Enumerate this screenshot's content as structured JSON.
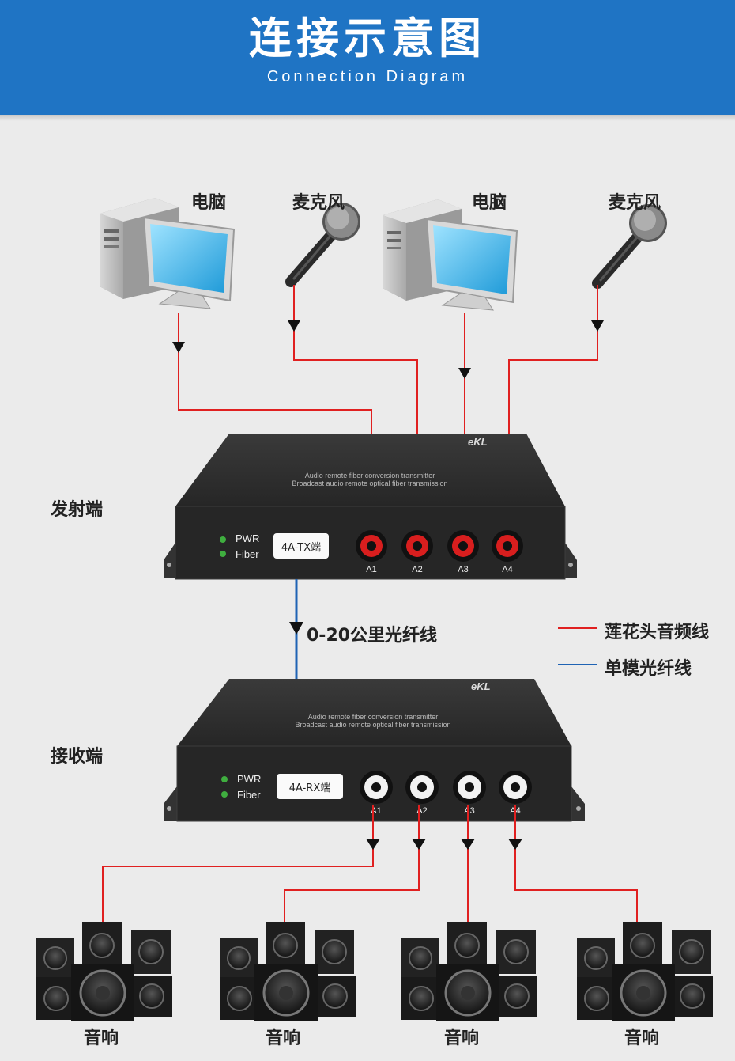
{
  "header": {
    "title": "连接示意图",
    "subtitle": "Connection Diagram"
  },
  "sources": [
    {
      "label": "电脑",
      "type": "computer"
    },
    {
      "label": "麦克风",
      "type": "microphone"
    },
    {
      "label": "电脑",
      "type": "computer"
    },
    {
      "label": "麦克风",
      "type": "microphone"
    }
  ],
  "transmitter": {
    "side_label": "发射端",
    "brand": "eKL",
    "text_line1": "Audio remote fiber conversion transmitter",
    "text_line2": "Broadcast audio remote optical fiber transmission",
    "indicator_1": "PWR",
    "indicator_2": "Fiber",
    "model": "4A-TX端",
    "ports": [
      "A1",
      "A2",
      "A3",
      "A4"
    ],
    "port_color": "#d81e1e"
  },
  "fiber_link": {
    "label": "0-20公里光纤线"
  },
  "receiver": {
    "side_label": "接收端",
    "brand": "eKL",
    "text_line1": "Audio remote fiber conversion transmitter",
    "text_line2": "Broadcast audio remote optical fiber transmission",
    "indicator_1": "PWR",
    "indicator_2": "Fiber",
    "model": "4A-RX端",
    "ports": [
      "A1",
      "A2",
      "A3",
      "A4"
    ],
    "port_color": "#f2f2f2"
  },
  "legend": [
    {
      "label": "莲花头音频线",
      "color": "#e02020"
    },
    {
      "label": "单模光纤线",
      "color": "#1f63b4"
    }
  ],
  "outputs": [
    {
      "label": "音响"
    },
    {
      "label": "音响"
    },
    {
      "label": "音响"
    },
    {
      "label": "音响"
    }
  ],
  "colors": {
    "header_bg": "#1f74c4",
    "audio_line": "#e02020",
    "fiber_line": "#1f63b4",
    "device_body": "#2b2b2b"
  }
}
